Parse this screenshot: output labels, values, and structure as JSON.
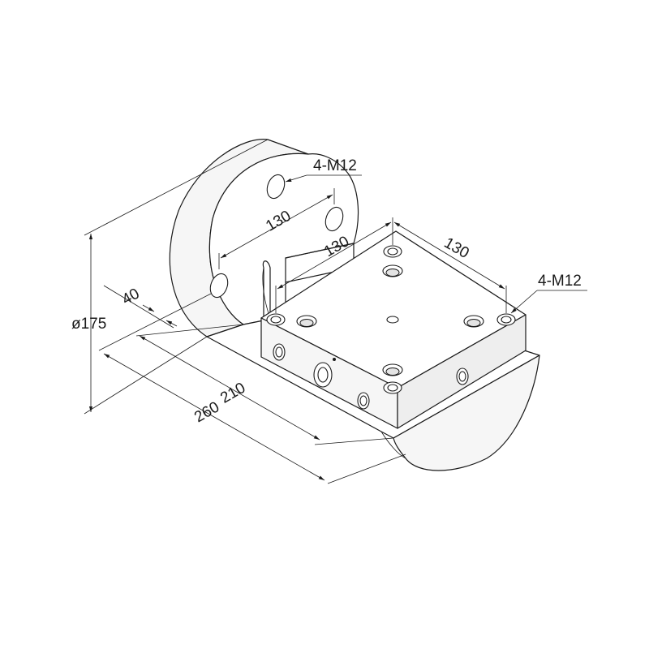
{
  "drawing": {
    "type": "isometric-technical-drawing",
    "line_color": "#1a1a1a",
    "background": "#ffffff"
  },
  "dimensions": {
    "diameter": "ø175",
    "length_total": "260",
    "length_base": "210",
    "offset": "40",
    "hole_spacing_round_face": "130",
    "hole_spacing_plate_a": "130",
    "hole_spacing_plate_b": "130",
    "thread_round_face": "4-M12",
    "thread_plate": "4-M12"
  }
}
